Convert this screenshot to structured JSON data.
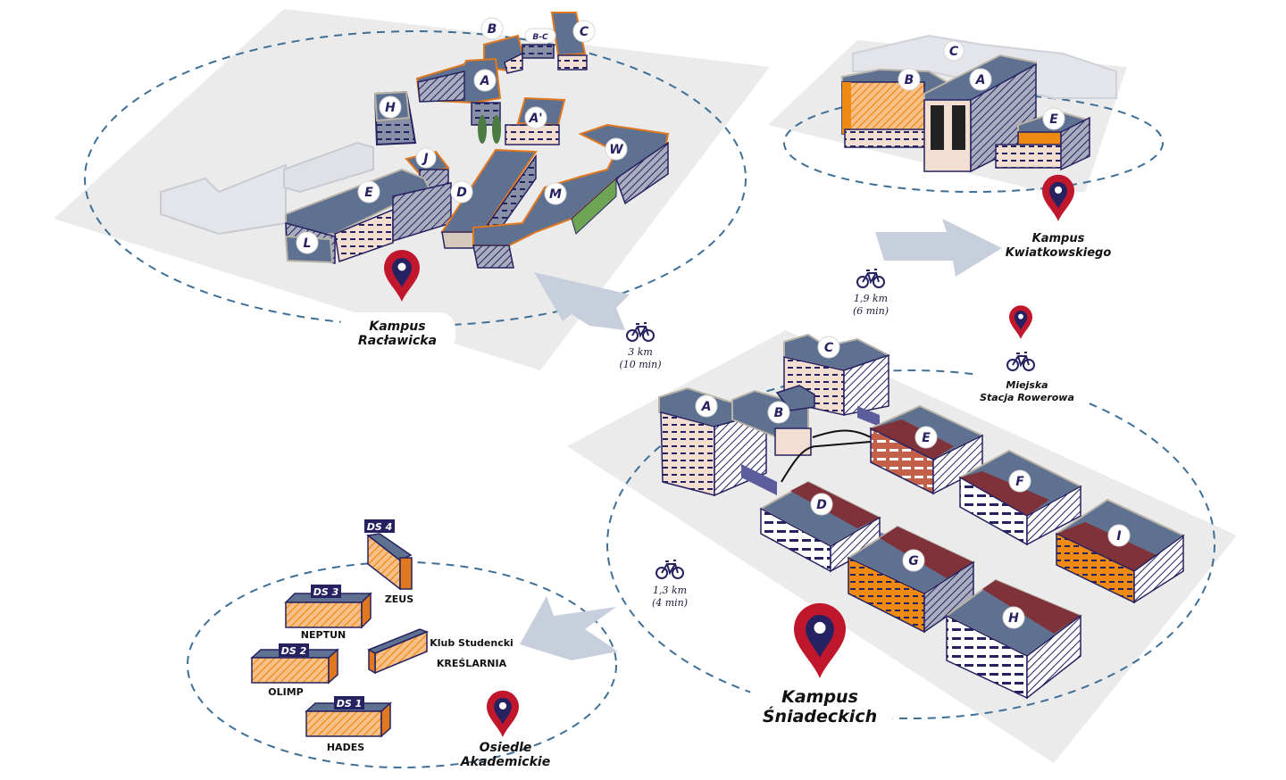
{
  "map_title": "Campus map",
  "colors": {
    "navy": "#262262",
    "roof": "#5f7190",
    "roof_red": "#7f3239",
    "orange": "#ef8a12",
    "beige": "#f2dfd2",
    "ground": "#ebebeb",
    "arrow": "#c8cfdc",
    "dash": "#3f6f96",
    "pin_red": "#c0172c"
  },
  "campuses": {
    "raclawicka": {
      "name_line1": "Kampus",
      "name_line2": "Racławicka",
      "buildings": [
        "A",
        "A'",
        "B",
        "B-C",
        "C",
        "D",
        "E",
        "H",
        "J",
        "L",
        "M",
        "W"
      ]
    },
    "kwiatkowskiego": {
      "name_line1": "Kampus",
      "name_line2": "Kwiatkowskiego",
      "buildings": [
        "A",
        "B",
        "C",
        "E"
      ]
    },
    "sniadeckich": {
      "name_line1": "Kampus",
      "name_line2": "Śniadeckich",
      "buildings": [
        "A",
        "B",
        "C",
        "D",
        "E",
        "F",
        "G",
        "H",
        "I"
      ]
    },
    "osiedle": {
      "name_line1": "Osiedle",
      "name_line2": "Akademickie",
      "dorms": [
        {
          "code": "DS 4",
          "name": "ZEUS"
        },
        {
          "code": "DS 3",
          "name": "NEPTUN"
        },
        {
          "code": "DS 2",
          "name": "OLIMP"
        },
        {
          "code": "DS 1",
          "name": "HADES"
        }
      ],
      "club_line1": "Klub Studencki",
      "club_line2": "KREŚLARNIA"
    }
  },
  "routes": [
    {
      "from": "Kampus Śniadeckich",
      "to": "Kampus Racławicka",
      "distance": "3 km",
      "time": "(10 min)",
      "mode": "bicycle-icon"
    },
    {
      "from": "Kampus Śniadeckich",
      "to": "Kampus Kwiatkowskiego",
      "distance": "1,9 km",
      "time": "(6 min)",
      "mode": "bicycle-icon"
    },
    {
      "from": "Kampus Śniadeckich",
      "to": "Osiedle Akademickie",
      "distance": "1,3 km",
      "time": "(4 min)",
      "mode": "bicycle-icon"
    }
  ],
  "bike_station": {
    "line1": "Miejska",
    "line2": "Stacja Rowerowa"
  }
}
